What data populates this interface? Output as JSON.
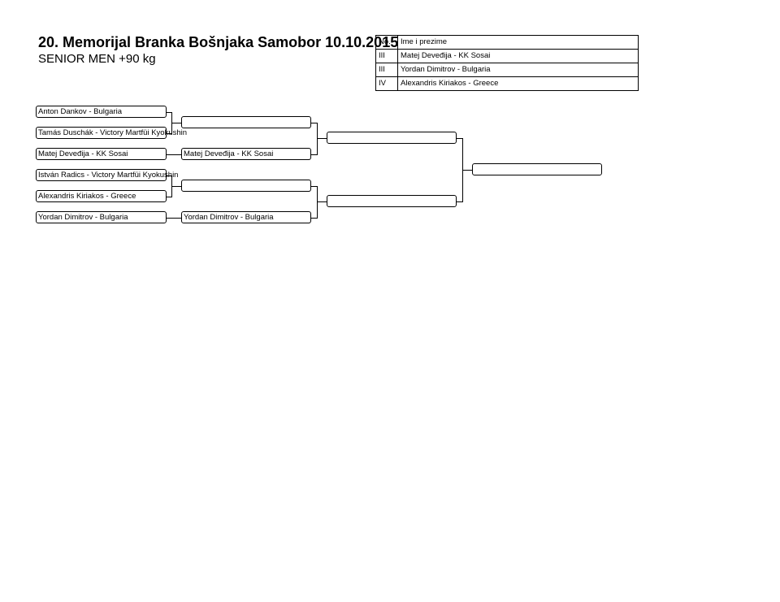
{
  "header": {
    "title": "20. Memorijal Branka Bošnjaka Samobor 10.10.2015",
    "subtitle": "SENIOR MEN +90 kg"
  },
  "results": {
    "headers": [
      "No.",
      "Ime i prezime"
    ],
    "rows": [
      {
        "place": "III",
        "name": "Matej Deveđija - KK Sosai"
      },
      {
        "place": "III",
        "name": "Yordan Dimitrov - Bulgaria"
      },
      {
        "place": "IV",
        "name": "Alexandris Kiriakos - Greece"
      }
    ]
  },
  "bracket": {
    "round1": [
      "Anton Dankov - Bulgaria",
      "Tamás Duschák - Victory Martfüi Kyokushin",
      "Matej Deveđija - KK Sosai",
      "István Radics - Victory Martfüi Kyokushin",
      "Alexandris Kiriakos - Greece",
      "Yordan Dimitrov - Bulgaria"
    ],
    "round2": [
      "",
      "Matej Deveđija - KK Sosai",
      "",
      "Yordan Dimitrov - Bulgaria"
    ],
    "semifinal": [
      "",
      ""
    ],
    "final": [
      ""
    ]
  }
}
